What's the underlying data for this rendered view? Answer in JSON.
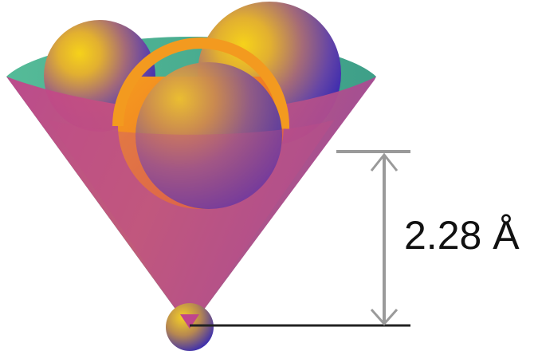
{
  "diagram": {
    "dimension_label": "2.28 Å",
    "colors": {
      "cone_front": "#c24e86",
      "cone_inner": "#4fb48f",
      "sphere_gold": "#f2c21c",
      "sphere_blue": "#3c2fb0",
      "ring_orange": "#f07a22",
      "dimension_line": "#9a9a9a",
      "baseline": "#222222"
    },
    "parts": [
      "cone",
      "back-left-sphere",
      "back-right-sphere",
      "front-sphere",
      "orange-ring",
      "apex-sphere",
      "dimension-arrow"
    ]
  }
}
